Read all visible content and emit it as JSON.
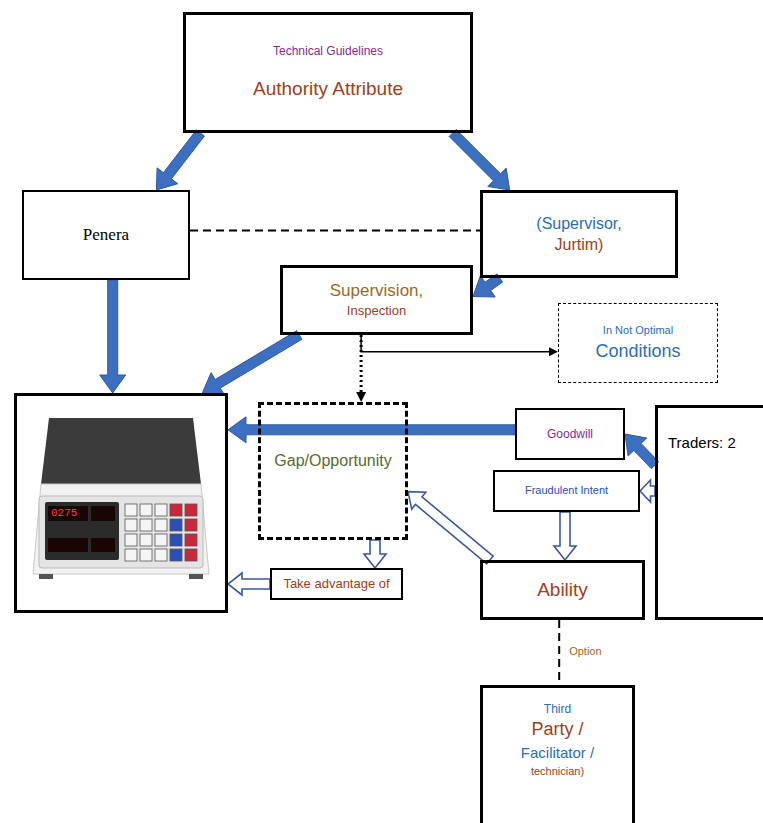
{
  "diagram": {
    "nodes": [
      {
        "text": [
          "Technical Guidelines",
          "Authority Attribute"
        ]
      },
      {
        "text": [
          "Penera"
        ]
      },
      {
        "text": [
          "(Supervisor,",
          "Jurtim)"
        ]
      },
      {
        "text": [
          "Supervision,",
          "Inspection"
        ]
      },
      {
        "text": [
          "In Not Optimal",
          "Conditions"
        ]
      },
      {
        "text": [
          "0275"
        ]
      },
      {
        "text": [
          "Gap/Opportunity"
        ]
      },
      {
        "text": [
          "Goodwill"
        ]
      },
      {
        "text": [
          "Traders: 2"
        ]
      },
      {
        "text": [
          "Fraudulent Intent"
        ]
      },
      {
        "text": [
          "Take advantage of"
        ]
      },
      {
        "text": [
          "Ability"
        ]
      },
      {
        "text": [
          "Third",
          "Party /",
          "Facilitator /",
          "technician)"
        ]
      }
    ],
    "edges": [
      {
        "from": 0,
        "to": 1,
        "arrow": "to"
      },
      {
        "from": 0,
        "to": 2,
        "arrow": "to"
      },
      {
        "from": 1,
        "to": 2,
        "arrow": "none"
      },
      {
        "from": 2,
        "to": 3,
        "arrow": "to"
      },
      {
        "from": 1,
        "to": 5,
        "arrow": "to"
      },
      {
        "from": 3,
        "to": 5,
        "arrow": "to"
      },
      {
        "from": 3,
        "to": 6,
        "arrow": "to"
      },
      {
        "from": 3,
        "to": 4,
        "arrow": "to"
      },
      {
        "from": 7,
        "to": 5,
        "arrow": "to"
      },
      {
        "from": 8,
        "to": 7,
        "arrow": "to"
      },
      {
        "from": 8,
        "to": 9,
        "arrow": "to"
      },
      {
        "from": 9,
        "to": 11,
        "arrow": "to"
      },
      {
        "from": 11,
        "to": 6,
        "arrow": "to"
      },
      {
        "from": 6,
        "to": 10,
        "arrow": "to"
      },
      {
        "from": 10,
        "to": 5,
        "arrow": "to"
      },
      {
        "from": 11,
        "to": 12,
        "label": "Option",
        "arrow": "none"
      }
    ]
  }
}
